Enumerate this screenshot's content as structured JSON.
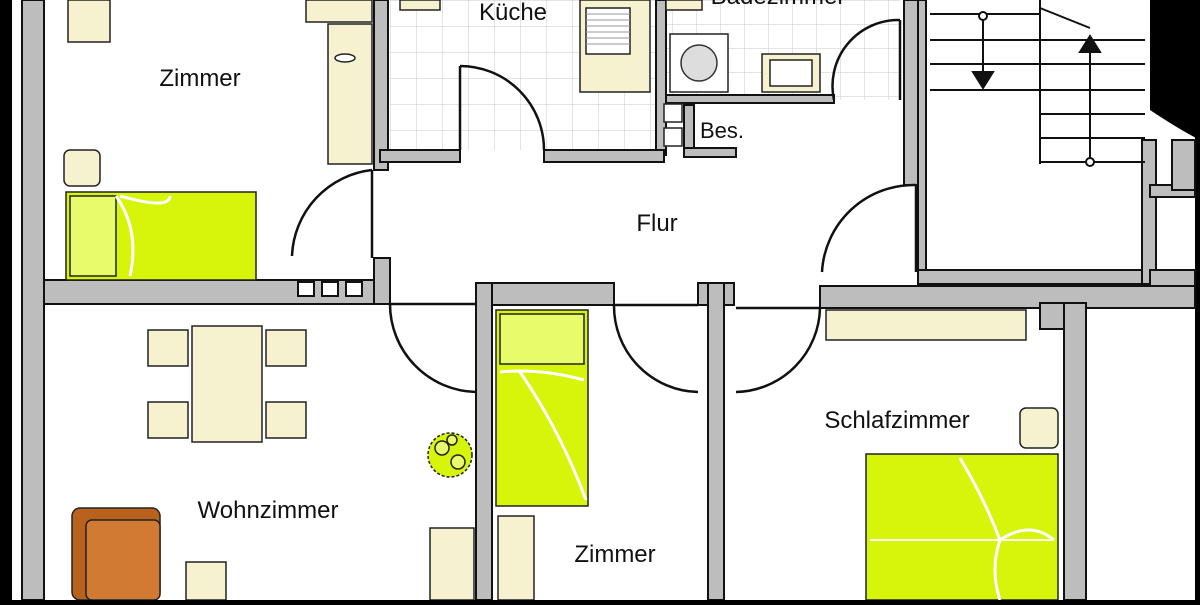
{
  "plan": {
    "rooms": {
      "zimmer_top": "Zimmer",
      "kueche": "Küche",
      "badezimmer": "Badezimmer",
      "bes": "Bes.",
      "flur": "Flur",
      "wohnzimmer": "Wohnzimmer",
      "zimmer_small": "Zimmer",
      "schlafzimmer": "Schlafzimmer"
    }
  },
  "colors": {
    "wall": "#bdbdbd",
    "wall_edge": "#111111",
    "floor": "#ffffff",
    "tile_line": "#c8c8c8",
    "furniture": "#f6f1cf",
    "bed": "#d6f50a",
    "sofa": "#b8621e",
    "background": "#000000"
  }
}
